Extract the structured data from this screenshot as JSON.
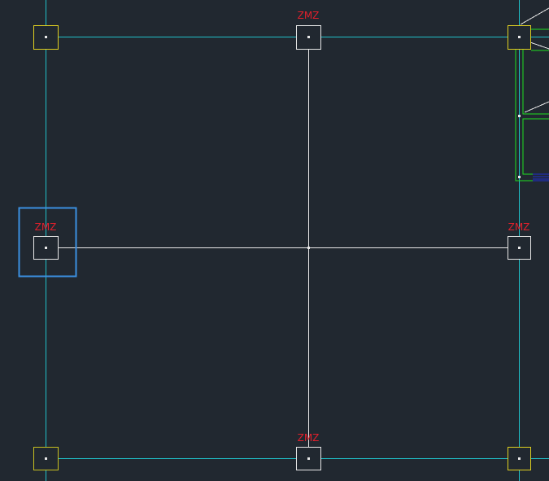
{
  "viewport": {
    "background": "#212830",
    "axis_color": "#20c0c8",
    "beam_color": "#e8e8e8",
    "selection_color": "#3b8fe0",
    "label_color": "#e0202c",
    "yellow_column_color": "#e0d020",
    "white_column_color": "#e8e8e8",
    "detail_green_color": "#20e020",
    "detail_blue_color": "#2030d0"
  },
  "column_labels": {
    "top_center": "ZMZ",
    "middle_left": "ZMZ",
    "middle_right": "ZMZ",
    "bottom_center": "ZMZ"
  },
  "columns": [
    {
      "id": "top-left",
      "style": "yellow",
      "selected": false
    },
    {
      "id": "top-center",
      "style": "white",
      "selected": false
    },
    {
      "id": "top-right",
      "style": "yellow",
      "selected": false
    },
    {
      "id": "middle-left",
      "style": "white",
      "selected": true
    },
    {
      "id": "middle-right",
      "style": "white",
      "selected": false
    },
    {
      "id": "bottom-left",
      "style": "yellow",
      "selected": false
    },
    {
      "id": "bottom-center",
      "style": "white",
      "selected": false
    },
    {
      "id": "bottom-right",
      "style": "yellow",
      "selected": false
    }
  ]
}
